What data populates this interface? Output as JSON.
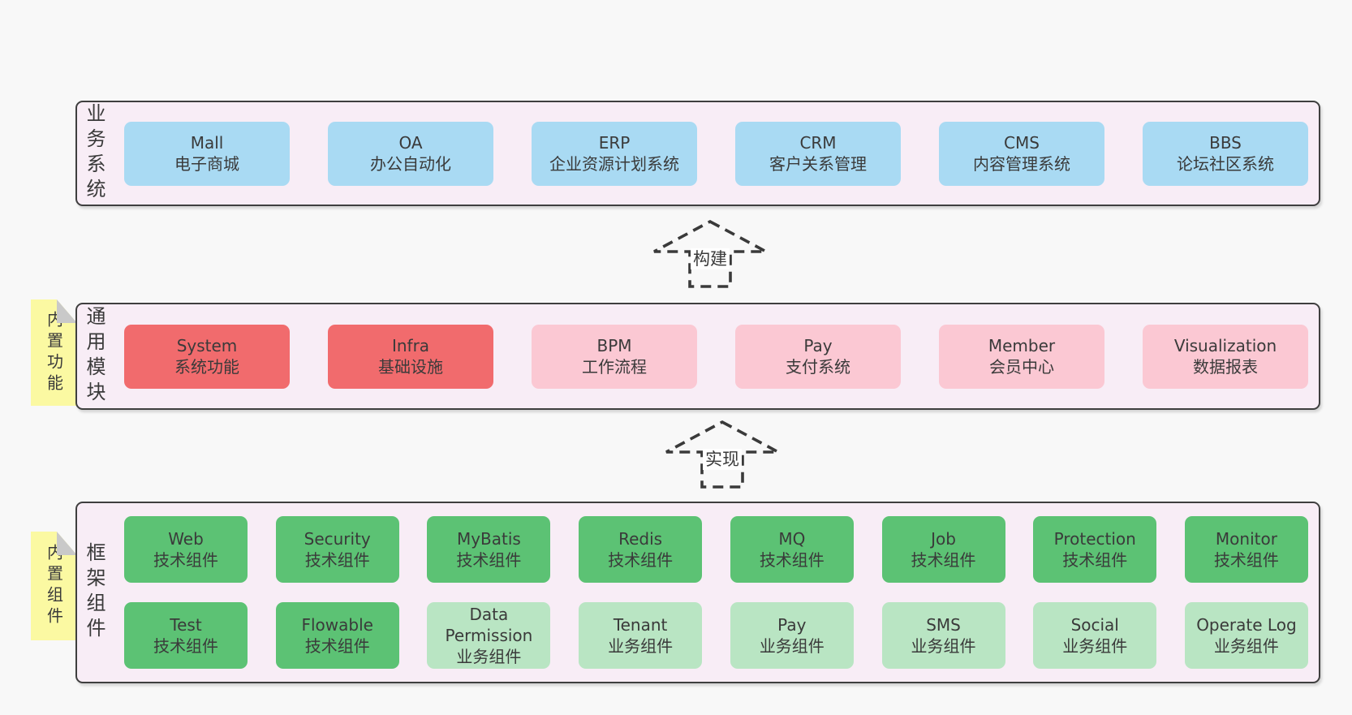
{
  "colors": {
    "page_bg": "#f8f8f8",
    "container_fill": "#f8edf6",
    "container_border": "#3f3f3f",
    "blue": "#a9daf3",
    "red": "#f16b6d",
    "pink": "#fbc8d3",
    "green": "#5cc274",
    "light_green": "#b9e5c3",
    "tab_yellow": "#fbf9a2",
    "tab_fold": "#c9c9c9",
    "text": "#3a3a3a",
    "arrow": "#3a3a3a",
    "arrow_label_bg": "#ffffff"
  },
  "layers": [
    {
      "label": "业务系统",
      "boxes": [
        {
          "title": "Mall",
          "subtitle": "电子商城"
        },
        {
          "title": "OA",
          "subtitle": "办公自动化"
        },
        {
          "title": "ERP",
          "subtitle": "企业资源计划系统"
        },
        {
          "title": "CRM",
          "subtitle": "客户关系管理"
        },
        {
          "title": "CMS",
          "subtitle": "内容管理系统"
        },
        {
          "title": "BBS",
          "subtitle": "论坛社区系统"
        }
      ]
    },
    {
      "label": "通用模块",
      "tab": "内置功能",
      "boxes": [
        {
          "title": "System",
          "subtitle": "系统功能"
        },
        {
          "title": "Infra",
          "subtitle": "基础设施"
        },
        {
          "title": "BPM",
          "subtitle": "工作流程"
        },
        {
          "title": "Pay",
          "subtitle": "支付系统"
        },
        {
          "title": "Member",
          "subtitle": "会员中心"
        },
        {
          "title": "Visualization",
          "subtitle": "数据报表"
        }
      ]
    },
    {
      "label": "框架组件",
      "tab": "内置组件",
      "rows": [
        [
          {
            "title": "Web",
            "subtitle": "技术组件"
          },
          {
            "title": "Security",
            "subtitle": "技术组件"
          },
          {
            "title": "MyBatis",
            "subtitle": "技术组件"
          },
          {
            "title": "Redis",
            "subtitle": "技术组件"
          },
          {
            "title": "MQ",
            "subtitle": "技术组件"
          },
          {
            "title": "Job",
            "subtitle": "技术组件"
          },
          {
            "title": "Protection",
            "subtitle": "技术组件"
          },
          {
            "title": "Monitor",
            "subtitle": "技术组件"
          }
        ],
        [
          {
            "title": "Test",
            "subtitle": "技术组件"
          },
          {
            "title": "Flowable",
            "subtitle": "技术组件"
          },
          {
            "title": "Data Permission",
            "subtitle": "业务组件"
          },
          {
            "title": "Tenant",
            "subtitle": "业务组件"
          },
          {
            "title": "Pay",
            "subtitle": "业务组件"
          },
          {
            "title": "SMS",
            "subtitle": "业务组件"
          },
          {
            "title": "Social",
            "subtitle": "业务组件"
          },
          {
            "title": "Operate Log",
            "subtitle": "业务组件"
          }
        ]
      ]
    }
  ],
  "arrows": [
    {
      "label": "构建"
    },
    {
      "label": "实现"
    }
  ]
}
